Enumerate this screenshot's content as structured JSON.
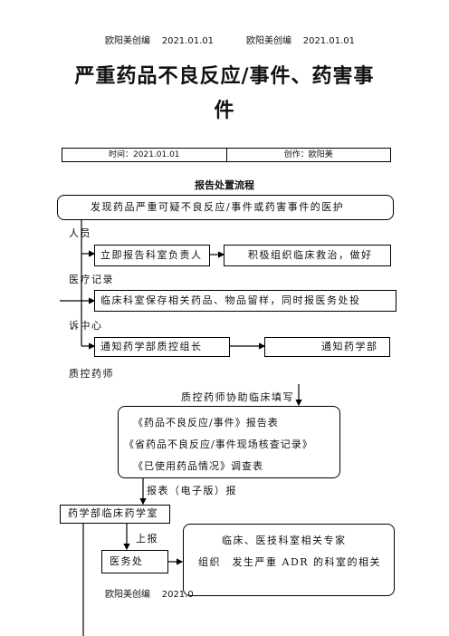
{
  "header": {
    "left_author": "欧阳美创编",
    "left_date": "2021.01.01",
    "right_author": "欧阳美创编",
    "right_date": "2021.01.01"
  },
  "title": {
    "line1": "严重药品不良反应/事件、药害事",
    "line2": "件"
  },
  "meta": {
    "time": "时间：2021.01.01",
    "author": "创作：欧阳美"
  },
  "subtitle": "报告处置流程",
  "flow": {
    "discover": "发现药品严重可疑不良反应/事件或药害事件的医护",
    "discover_cont": "人员",
    "report_head": "立即报告科室负责人",
    "rescue": "积极组织临床救治，做好",
    "rescue_cont": "医疗记录",
    "keep": "临床科室保存相关药品、物品留样，同时报医务处投",
    "keep_cont": "诉中心",
    "notify_leader": "通知药学部质控组长",
    "notify_dept": "通知药学部",
    "qc_pharmacist": "质控药师",
    "assist": "质控药师协助临床填写",
    "forms": [
      "《药品不良反应/事件》报告表",
      "《省药品不良反应/事件现场核查记录》",
      "《已使用药品情况》调查表"
    ],
    "report_electronic": "报表（电子版）报",
    "pharmacy_room": "药学部临床药学室",
    "upload": "上报",
    "medical_office": "医务处",
    "experts": "临床、医技科室相关专家",
    "organize": "组织　发生严重 ADR 的科室的相关"
  },
  "footer": {
    "author": "欧阳美创编",
    "date": "2021.0"
  }
}
